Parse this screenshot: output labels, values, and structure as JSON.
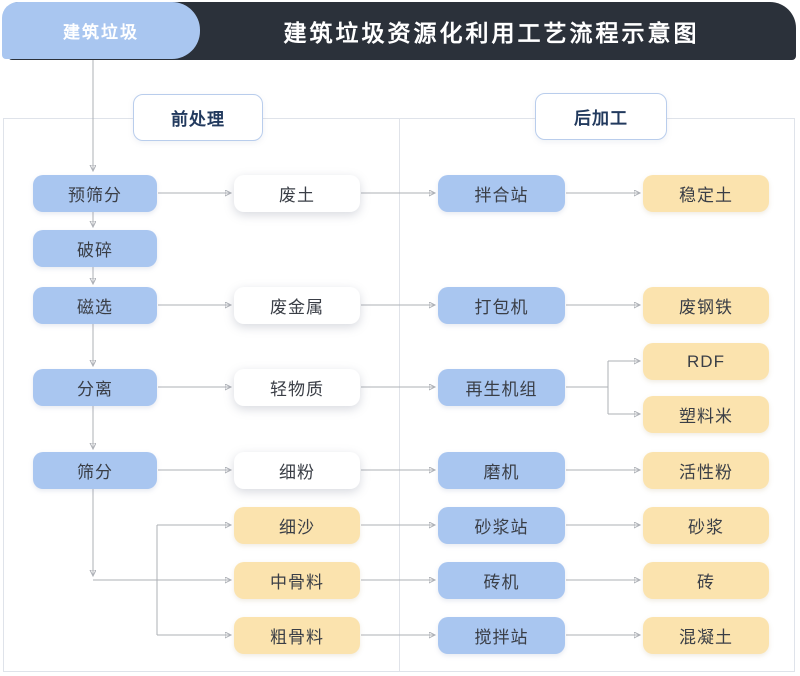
{
  "header": {
    "tab": "建筑垃圾",
    "title": "建筑垃圾资源化利用工艺流程示意图"
  },
  "sections": {
    "pre": "前处理",
    "post": "后加工"
  },
  "nodes": {
    "pre_steps": [
      "预筛分",
      "破碎",
      "磁选",
      "分离",
      "筛分"
    ],
    "intermediates": [
      "废土",
      "废金属",
      "轻物质",
      "细粉",
      "细沙",
      "中骨料",
      "粗骨料"
    ],
    "machines": [
      "拌合站",
      "打包机",
      "再生机组",
      "磨机",
      "砂浆站",
      "砖机",
      "搅拌站"
    ],
    "products": [
      "稳定土",
      "废钢铁",
      "RDF",
      "塑料米",
      "活性粉",
      "砂浆",
      "砖",
      "混凝土"
    ]
  },
  "colors": {
    "header_bg": "#2b313a",
    "process_blue": "#a9c6f0",
    "product_yellow": "#fbe3ae",
    "intermediate_white": "#ffffff",
    "connector_gray": "#adb0b6",
    "section_text_navy": "#223a5e",
    "node_text": "#3a3e46",
    "frame_border": "#dfe3ea"
  }
}
